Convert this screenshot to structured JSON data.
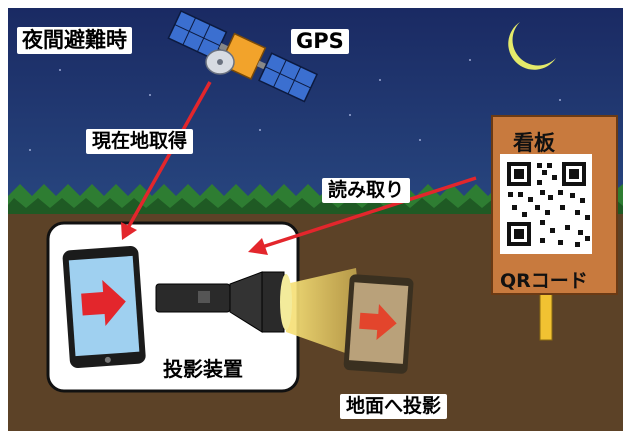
{
  "labels": {
    "title": "夜間避難時",
    "gps": "GPS",
    "acquire_location": "現在地取得",
    "read": "読み取り",
    "signboard": "看板",
    "qr_code": "QRコード",
    "projection_device": "投影装置",
    "ground_projection": "地面へ投影"
  },
  "colors": {
    "sky": "#1a2a63",
    "ground": "#5c4227",
    "trees": "#2e7d32",
    "arrow": "#e3262c",
    "sign": "#c87a3e",
    "moon": "#e4ea6a"
  },
  "icons": [
    "satellite-icon",
    "moon-icon",
    "smartphone-icon",
    "flashlight-icon",
    "qr-code-icon",
    "signboard-icon"
  ]
}
